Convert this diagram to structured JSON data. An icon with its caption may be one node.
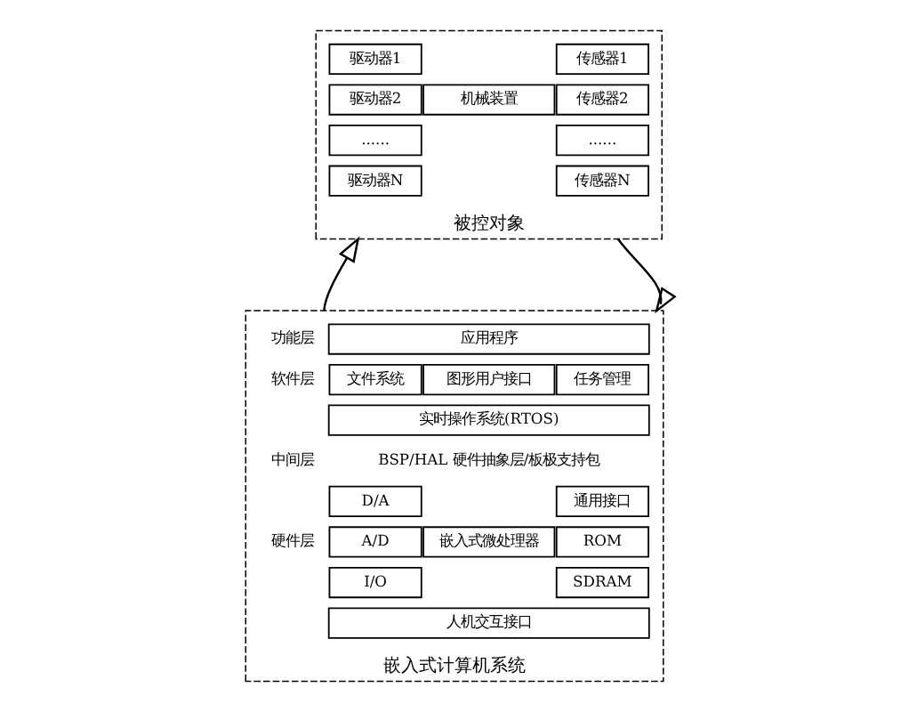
{
  "diagram": {
    "nodes": [
      {
        "text": [
          "被控对象"
        ]
      },
      {
        "text": [
          "驱动器1"
        ],
        "in": 0
      },
      {
        "text": [
          "机械装置"
        ],
        "in": 0
      },
      {
        "text": [
          "传感器1"
        ],
        "in": 0
      },
      {
        "text": [
          "驱动器2"
        ],
        "in": 0
      },
      {
        "text": [
          "传感器2"
        ],
        "in": 0
      },
      {
        "text": [
          "......"
        ],
        "in": 0
      },
      {
        "text": [
          "......"
        ],
        "in": 0
      },
      {
        "text": [
          "驱动器N"
        ],
        "in": 0
      },
      {
        "text": [
          "传感器N"
        ],
        "in": 0
      },
      {
        "text": [
          "嵌入式计算机系统"
        ]
      },
      {
        "text": [
          "应用程序"
        ],
        "in": 10
      },
      {
        "text": [
          "文件系统"
        ],
        "in": 10
      },
      {
        "text": [
          "图形用户接口"
        ],
        "in": 10
      },
      {
        "text": [
          "任务管理"
        ],
        "in": 10
      },
      {
        "text": [
          "实时操作系统(RTOS)"
        ],
        "in": 10
      },
      {
        "text": [
          "D/A"
        ],
        "in": 10
      },
      {
        "text": [
          "嵌入式微处理器"
        ],
        "in": 10
      },
      {
        "text": [
          "通用接口"
        ],
        "in": 10
      },
      {
        "text": [
          "A/D"
        ],
        "in": 10
      },
      {
        "text": [
          "ROM"
        ],
        "in": 10
      },
      {
        "text": [
          "I/O"
        ],
        "in": 10
      },
      {
        "text": [
          "SDRAM"
        ],
        "in": 10
      },
      {
        "text": [
          "人机交互接口"
        ],
        "in": 10
      }
    ],
    "edges": [
      {
        "from": 10,
        "to": 0,
        "arrow": "to"
      },
      {
        "from": 0,
        "to": 10,
        "arrow": "to"
      }
    ],
    "labels": [
      "功能层",
      "软件层",
      "中间层",
      "BSP/HAL 硬件抽象层/板极支持包",
      "硬件层"
    ]
  }
}
